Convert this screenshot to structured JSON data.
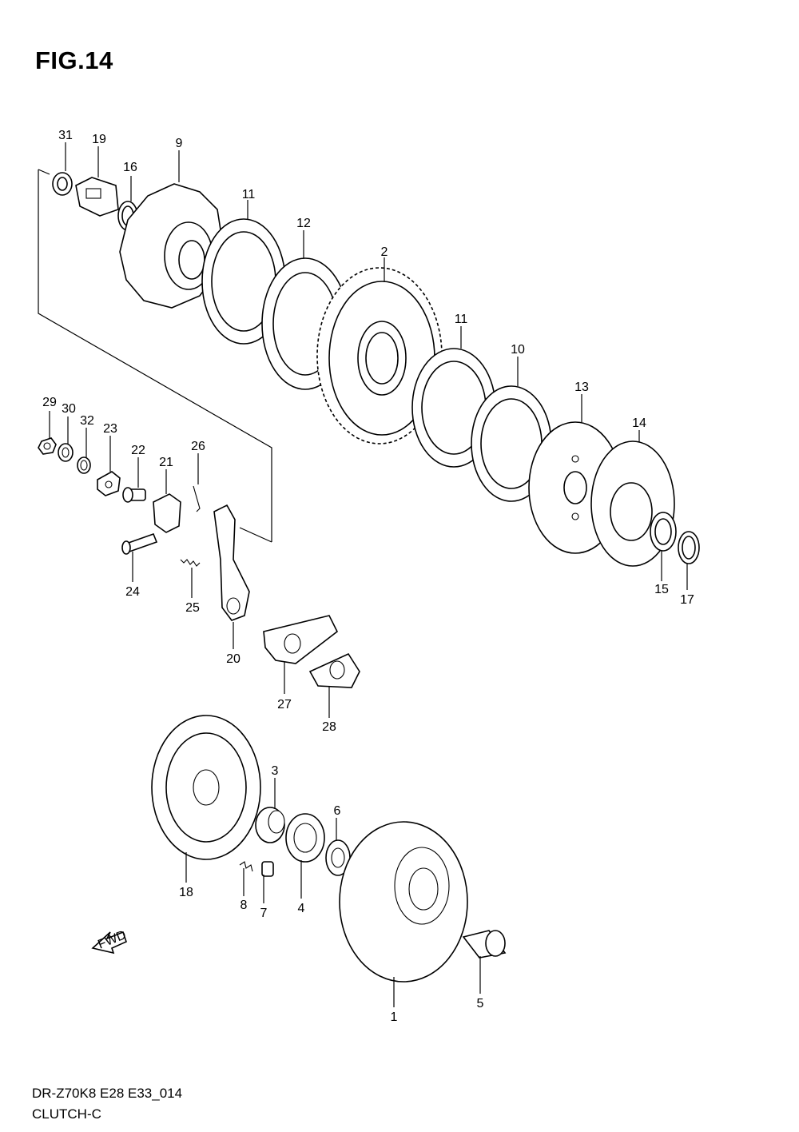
{
  "figure": {
    "title": "FIG.14"
  },
  "callouts": [
    {
      "num": "31"
    },
    {
      "num": "19"
    },
    {
      "num": "9"
    },
    {
      "num": "16"
    },
    {
      "num": "11"
    },
    {
      "num": "12"
    },
    {
      "num": "2"
    },
    {
      "num": "11"
    },
    {
      "num": "10"
    },
    {
      "num": "13"
    },
    {
      "num": "14"
    },
    {
      "num": "15"
    },
    {
      "num": "17"
    },
    {
      "num": "29"
    },
    {
      "num": "30"
    },
    {
      "num": "32"
    },
    {
      "num": "23"
    },
    {
      "num": "22"
    },
    {
      "num": "21"
    },
    {
      "num": "26"
    },
    {
      "num": "24"
    },
    {
      "num": "25"
    },
    {
      "num": "20"
    },
    {
      "num": "27"
    },
    {
      "num": "28"
    },
    {
      "num": "3"
    },
    {
      "num": "6"
    },
    {
      "num": "18"
    },
    {
      "num": "8"
    },
    {
      "num": "7"
    },
    {
      "num": "4"
    },
    {
      "num": "1"
    },
    {
      "num": "5"
    }
  ],
  "fwd_marker": {
    "label": "FWD",
    "icon": "fwd-arrow-icon"
  },
  "footer": {
    "code": "DR-Z70K8 E28 E33_014",
    "name": "CLUTCH-C"
  }
}
